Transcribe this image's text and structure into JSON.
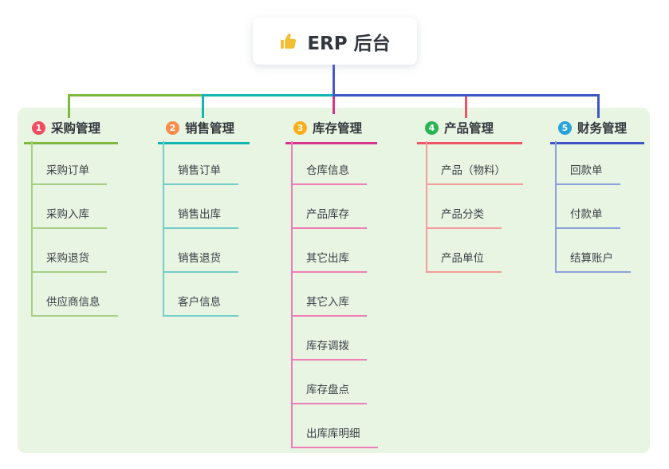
{
  "root": {
    "label": "ERP 后台",
    "icon": "thumbs-up-icon",
    "icon_color": "#F2BE34",
    "connector_color": "#4558C9"
  },
  "colors": {
    "page_bg": "#FFFFFF",
    "panel_bg": "#E8F5E3",
    "header_text": "#33373D",
    "child_text": "#3A3E45"
  },
  "branches": [
    {
      "index": "1",
      "label": "采购管理",
      "badge_color": "#F14D60",
      "line_color": "#7CB93E",
      "light_color": "#A9CF85",
      "children": [
        "采购订单",
        "采购入库",
        "采购退货",
        "供应商信息"
      ]
    },
    {
      "index": "2",
      "label": "销售管理",
      "badge_color": "#FB8C4C",
      "line_color": "#12B5B2",
      "light_color": "#73CDC9",
      "children": [
        "销售订单",
        "销售出库",
        "销售退货",
        "客户信息"
      ]
    },
    {
      "index": "3",
      "label": "库存管理",
      "badge_color": "#FBAE17",
      "line_color": "#D8348E",
      "light_color": "#EE7EB7",
      "children": [
        "仓库信息",
        "产品库存",
        "其它出库",
        "其它入库",
        "库存调拨",
        "库存盘点",
        "出库库明细"
      ]
    },
    {
      "index": "4",
      "label": "产品管理",
      "badge_color": "#2BB457",
      "line_color": "#F05566",
      "light_color": "#F59C9C",
      "children": [
        "产品（物料）",
        "产品分类",
        "产品单位"
      ]
    },
    {
      "index": "5",
      "label": "财务管理",
      "badge_color": "#28A4DD",
      "line_color": "#3F55C5",
      "light_color": "#8CA0DB",
      "children": [
        "回款单",
        "付款单",
        "结算账户"
      ]
    }
  ]
}
